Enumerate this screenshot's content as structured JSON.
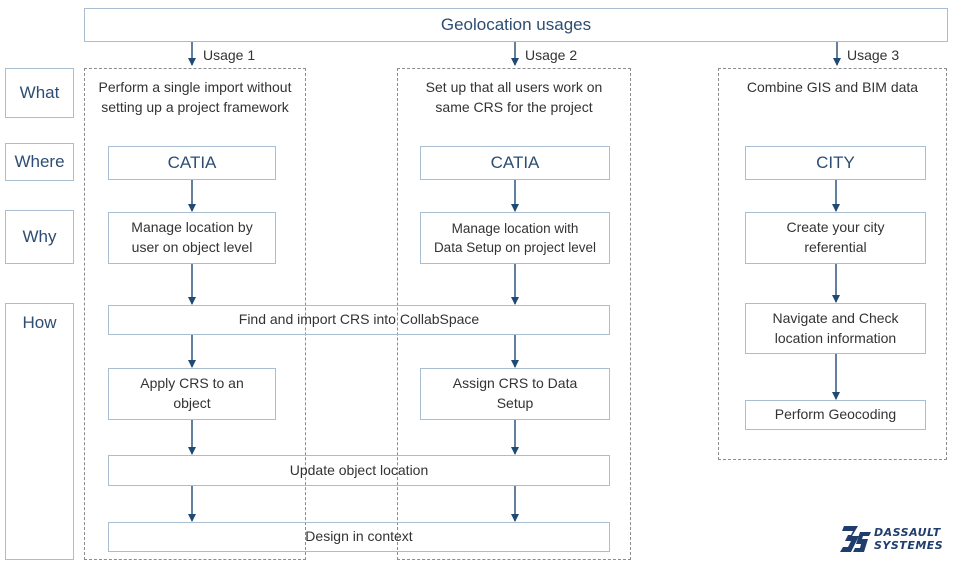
{
  "title": "Geolocation usages",
  "row_labels": {
    "what": "What",
    "where": "Where",
    "why": "Why",
    "how": "How"
  },
  "usages": [
    {
      "label": "Usage 1",
      "what": "Perform a single import without\nsetting up a project framework",
      "where": "CATIA",
      "why": "Manage location by\nuser on object level",
      "how_step": "Apply CRS to an\nobject"
    },
    {
      "label": "Usage 2",
      "what": "Set up that all users work on\nsame CRS for the project",
      "where": "CATIA",
      "why": "Manage location with\nData Setup on project level",
      "how_step": "Assign CRS to Data\nSetup"
    },
    {
      "label": "Usage 3",
      "what": "Combine GIS and BIM data",
      "where": "CITY",
      "why": "Create your city\nreferential",
      "how_steps": [
        "Navigate and Check\nlocation information",
        "Perform Geocoding"
      ]
    }
  ],
  "shared_steps": {
    "find": "Find and import CRS into CollabSpace",
    "update": "Update object location",
    "design": "Design in context"
  },
  "logo": {
    "name": "dassault-systemes-logo",
    "line1": "DASSAULT",
    "line2": "SYSTEMES"
  },
  "colors": {
    "box_border": "#a9bfd1",
    "dashed_border": "#8c8c8c",
    "arrow": "#1f4a73",
    "text": "#333333",
    "label_text": "#2d4d72",
    "logo": "#1f3e6e"
  }
}
